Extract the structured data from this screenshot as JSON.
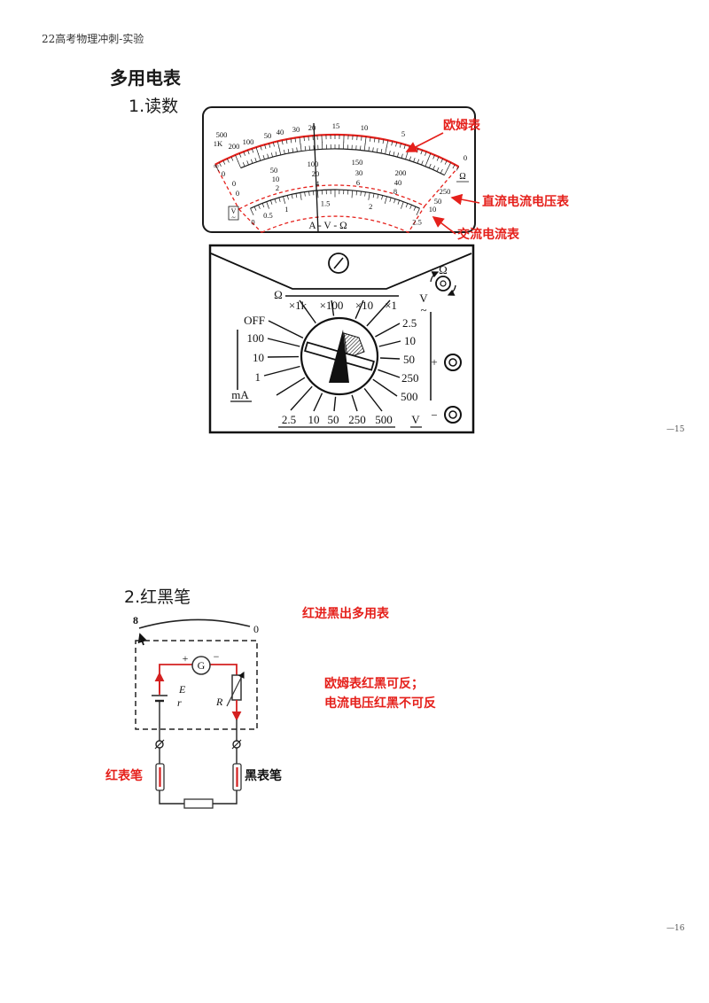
{
  "header": {
    "title": "22高考物理冲刺-实验"
  },
  "section": {
    "title": "多用电表"
  },
  "reading": {
    "title": "1.读数",
    "labels": {
      "ohm": "欧姆表",
      "dc": "直流电流电压表",
      "ac": "交流电流表"
    },
    "dial": {
      "ohm_scale": [
        "500",
        "1K",
        "200",
        "100",
        "50",
        "40",
        "30",
        "20",
        "15",
        "10",
        "5",
        "0"
      ],
      "ohm_infinity": "∞",
      "ohm_unit": "Ω",
      "dc_scale_250": [
        "0",
        "50",
        "100",
        "150",
        "200",
        "250"
      ],
      "dc_scale_50": [
        "0",
        "10",
        "20",
        "30",
        "40",
        "50"
      ],
      "dc_scale_10": [
        "0",
        "2",
        "4",
        "6",
        "8",
        "10"
      ],
      "ac_scale": [
        "0",
        "0.5",
        "1",
        "1.5",
        "2",
        "2.5"
      ],
      "ac_symbol_v": "V",
      "ac_symbol_wave": "~",
      "function_label": "A - V - Ω"
    },
    "panel": {
      "ohm_symbol": "Ω",
      "ohm_multipliers": [
        "×1k",
        "×100",
        "×10",
        "×1"
      ],
      "off_label": "OFF",
      "ma_ranges": [
        "100",
        "10",
        "1"
      ],
      "ma_unit": "mA",
      "ac_v_unit": "V",
      "ac_v_wave": "~",
      "ac_v_ranges": [
        "2.5",
        "10",
        "50",
        "250",
        "500"
      ],
      "dc_v_ranges": [
        "2.5",
        "10",
        "50",
        "250",
        "500"
      ],
      "dc_v_unit": "V",
      "zero_adjust_symbol": "Ω",
      "terminal_plus": "+",
      "terminal_minus": "−"
    }
  },
  "probes": {
    "title": "2.红黑笔",
    "notes": [
      "红进黑出多用表",
      "欧姆表红黑可反；",
      "电流电压红黑不可反"
    ],
    "red_probe": "红表笔",
    "black_probe": "黑表笔",
    "circuit": {
      "scale_left": "8",
      "scale_right": "0",
      "galvanometer": "G",
      "g_plus": "+",
      "g_minus": "−",
      "emf": "E",
      "internal_resistance": "r",
      "resistor": "R"
    }
  },
  "page_numbers": [
    "—15",
    "—16"
  ],
  "colors": {
    "annotation_red": "#e5201b",
    "wire_red": "#d42020",
    "ink": "#1a1a1a"
  }
}
